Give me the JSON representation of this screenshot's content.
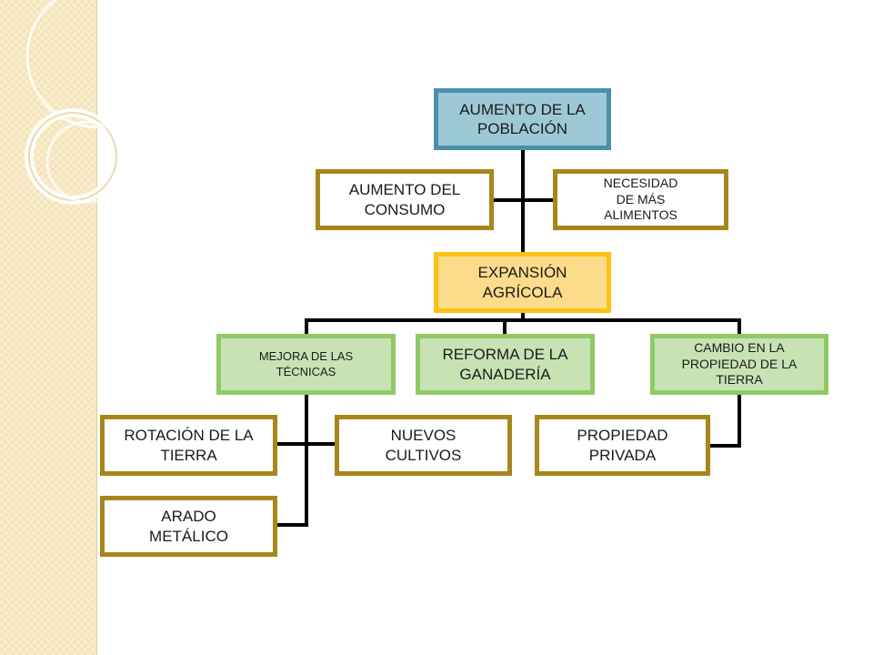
{
  "nodes": {
    "population": "AUMENTO DE LA\nPOBLACIÓN",
    "consumption": "AUMENTO DEL\nCONSUMO",
    "food_need": "NECESIDAD\nDE MÁS\nALIMENTOS",
    "expansion": "EXPANSIÓN\nAGRÍCOLA",
    "techniques": "MEJORA DE LAS\nTÉCNICAS",
    "livestock": "REFORMA DE LA\nGANADERÍA",
    "property_change": "CAMBIO EN LA\nPROPIEDAD DE LA\nTIERRA",
    "rotation": "ROTACIÓN DE LA\nTIERRA",
    "crops": "NUEVOS\nCULTIVOS",
    "plough": "ARADO\nMETÁLICO",
    "private_property": "PROPIEDAD\nPRIVADA"
  },
  "colors": {
    "gold_border": "#a8861c",
    "blue_fill": "#9dc9d6",
    "blue_border": "#4a90a8",
    "yellow_fill": "#fcdc8a",
    "yellow_border": "#fdc212",
    "green_fill": "#c7e3b4",
    "green_border": "#8fca66",
    "connector": "#000000"
  }
}
